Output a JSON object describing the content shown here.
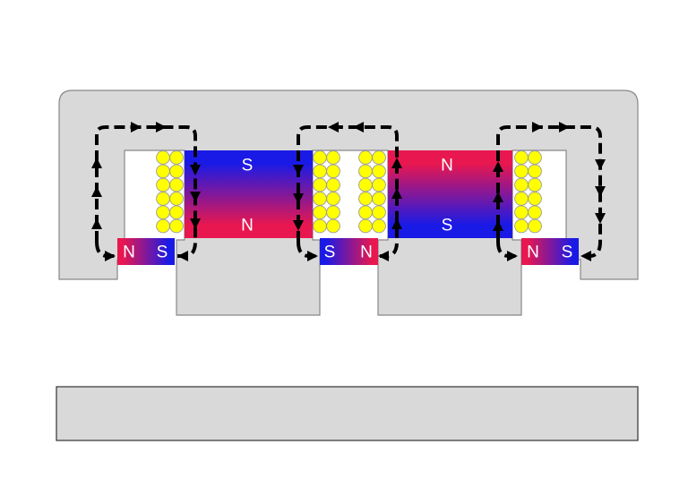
{
  "colors": {
    "iron": "#d9d9d9",
    "outline": "#888888",
    "north": "#e8174f",
    "south": "#1a1ae6",
    "coil": "#ffff00",
    "coil_outline": "#9a9a9a",
    "flux_arrow": "#000000"
  },
  "diagram": {
    "big_magnet_left": {
      "top_pole": "S",
      "bottom_pole": "N"
    },
    "big_magnet_right": {
      "top_pole": "N",
      "bottom_pole": "S"
    },
    "small_magnets": [
      {
        "left_pole": "N",
        "right_pole": "S"
      },
      {
        "left_pole": "S",
        "right_pole": "N"
      },
      {
        "left_pole": "N",
        "right_pole": "S"
      }
    ],
    "flux_loops": [
      {
        "direction": "clockwise"
      },
      {
        "direction": "counterclockwise"
      },
      {
        "direction": "clockwise"
      }
    ]
  }
}
